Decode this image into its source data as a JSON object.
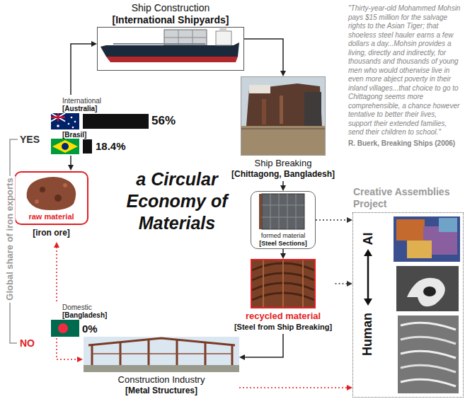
{
  "diagram": {
    "title": "a Circular Economy of Materials",
    "nodes": [
      {
        "text": [
          "Ship Construction",
          "[International Shipyards]"
        ]
      },
      {
        "text": [
          "Ship Breaking",
          "[Chittagong, Bangladesh]"
        ]
      },
      {
        "text": [
          "raw material",
          "[iron ore]"
        ]
      },
      {
        "text": [
          "formed material",
          "[Steel Sections]"
        ]
      },
      {
        "text": [
          "recycled material",
          "[Steel from Ship Breaking]"
        ]
      },
      {
        "text": [
          "Construction Industry",
          "[Metal Structures]"
        ]
      },
      {
        "text": [
          "Creative Assemblies Project"
        ]
      }
    ],
    "edges": [
      {
        "from": 0,
        "to": 1,
        "arrow": "to"
      },
      {
        "from": 1,
        "to": 3,
        "arrow": "to"
      },
      {
        "from": 3,
        "to": 4,
        "arrow": "to"
      },
      {
        "from": 3,
        "to": 6,
        "arrow": "to"
      },
      {
        "from": 4,
        "to": 6,
        "arrow": "to"
      },
      {
        "from": 4,
        "to": 5,
        "arrow": "to"
      },
      {
        "from": 5,
        "to": 6,
        "arrow": "to"
      }
    ],
    "labels": [
      "\"Thirty-year-old Mohammed Mohsin pays $15 million for the salvage rights to the Asian Tiger; that shoeless steel hauler earns a few dollars a day...Mohsin provides a living, directly and indirectly, for thousands and thousands of young men who would otherwise live in even more abject poverty in their inland villages...that choice to go to Chittagong seems more comprehensible, a chance however tentative to better their lives, support their extended families, send their children to school.\"",
      "R. Buerk, Breaking Ships (2006)",
      "International",
      "[Australia]",
      "56%",
      "[Brasil]",
      "18.4%",
      "YES",
      "Global share of iron exports",
      "Domestic",
      "[Bangladesh]",
      "0%",
      "NO",
      "AI",
      "Human"
    ]
  }
}
